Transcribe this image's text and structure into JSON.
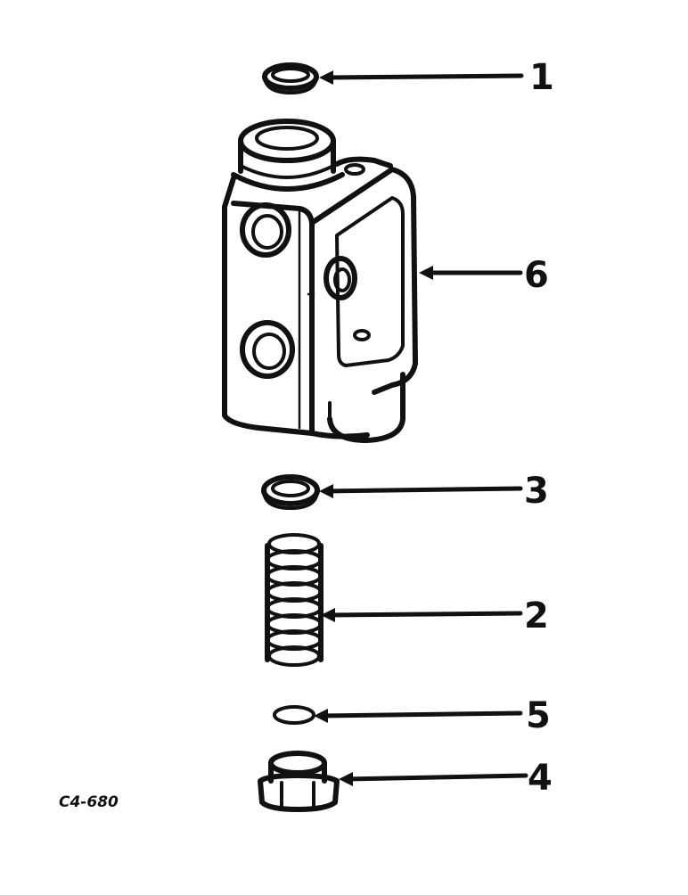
{
  "diagram": {
    "figure_code": "C4-680",
    "callouts": [
      {
        "id": "1",
        "label": "1",
        "part": "ring-top"
      },
      {
        "id": "6",
        "label": "6",
        "part": "valve-body"
      },
      {
        "id": "3",
        "label": "3",
        "part": "ring-middle"
      },
      {
        "id": "2",
        "label": "2",
        "part": "spring"
      },
      {
        "id": "5",
        "label": "5",
        "part": "small-o-ring"
      },
      {
        "id": "4",
        "label": "4",
        "part": "plug"
      }
    ],
    "colors": {
      "ink": "#111111",
      "background": "#ffffff"
    }
  }
}
